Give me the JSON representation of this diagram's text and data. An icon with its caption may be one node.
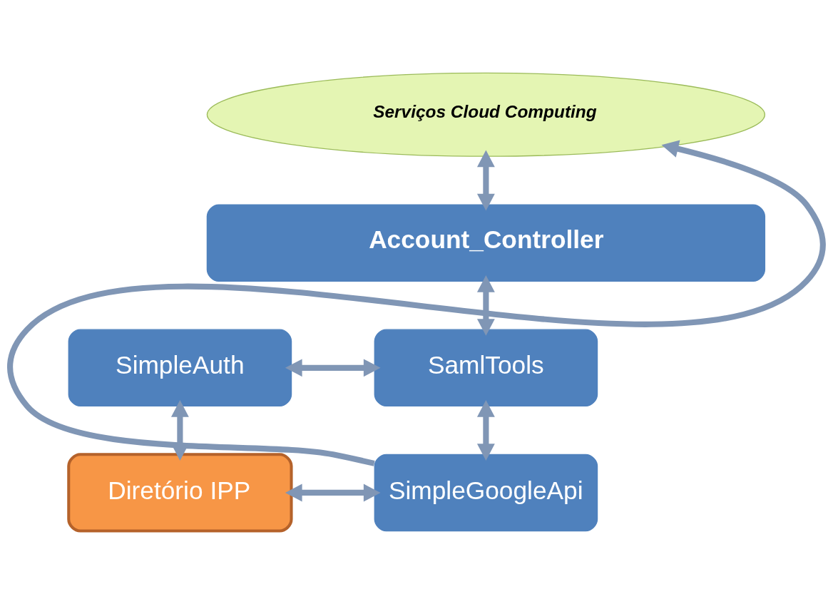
{
  "diagram": {
    "nodes": [
      {
        "text": [
          "Serviços Cloud Computing"
        ]
      },
      {
        "text": [
          "Account_Controller"
        ]
      },
      {
        "text": [
          "SimpleAuth"
        ]
      },
      {
        "text": [
          "SamlTools"
        ]
      },
      {
        "text": [
          "Diretório IPP"
        ]
      },
      {
        "text": [
          "SimpleGoogleApi"
        ]
      }
    ],
    "edges": [
      {
        "from": 0,
        "to": 1,
        "arrow": "both"
      },
      {
        "from": 2,
        "to": 3,
        "arrow": "both"
      },
      {
        "from": 1,
        "to": 3,
        "arrow": "both"
      },
      {
        "from": 2,
        "to": 4,
        "arrow": "both"
      },
      {
        "from": 4,
        "to": 5,
        "arrow": "both"
      },
      {
        "from": 3,
        "to": 5,
        "arrow": "both"
      },
      {
        "from": 5,
        "to": 0,
        "arrow": "to"
      }
    ]
  }
}
